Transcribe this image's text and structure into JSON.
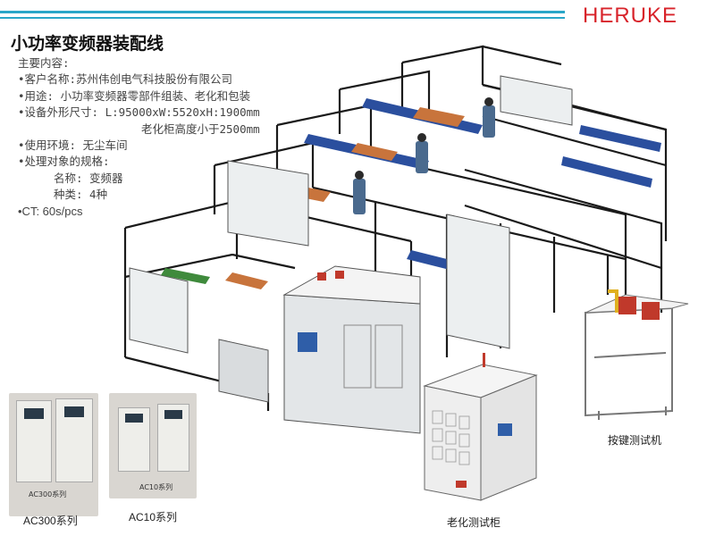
{
  "header": {
    "logo": "HERUKE",
    "accent": "#2aa6c8",
    "brand": "#d8232a"
  },
  "title": "小功率变频器装配线",
  "content": {
    "heading": "主要内容:",
    "lines": [
      "•客户名称:苏州伟创电气科技股份有限公司",
      "•用途: 小功率变频器零部件组装、老化和包装",
      "•设备外形尺寸: L:95000xW:5520xH:1900mm",
      "老化柜高度小于2500mm",
      "•使用环境: 无尘车间",
      "•处理对象的规格:",
      "名称: 变频器",
      "种类: 4种",
      "•CT: 60s/pcs"
    ]
  },
  "captions": {
    "button_tester": "按键测试机",
    "aging_cabinet": "老化测试柜",
    "ac300": "AC300系列",
    "ac10": "AC10系列"
  },
  "photo_labels": {
    "ac300_label": "AC300系列",
    "ac10_label": "AC10系列"
  }
}
